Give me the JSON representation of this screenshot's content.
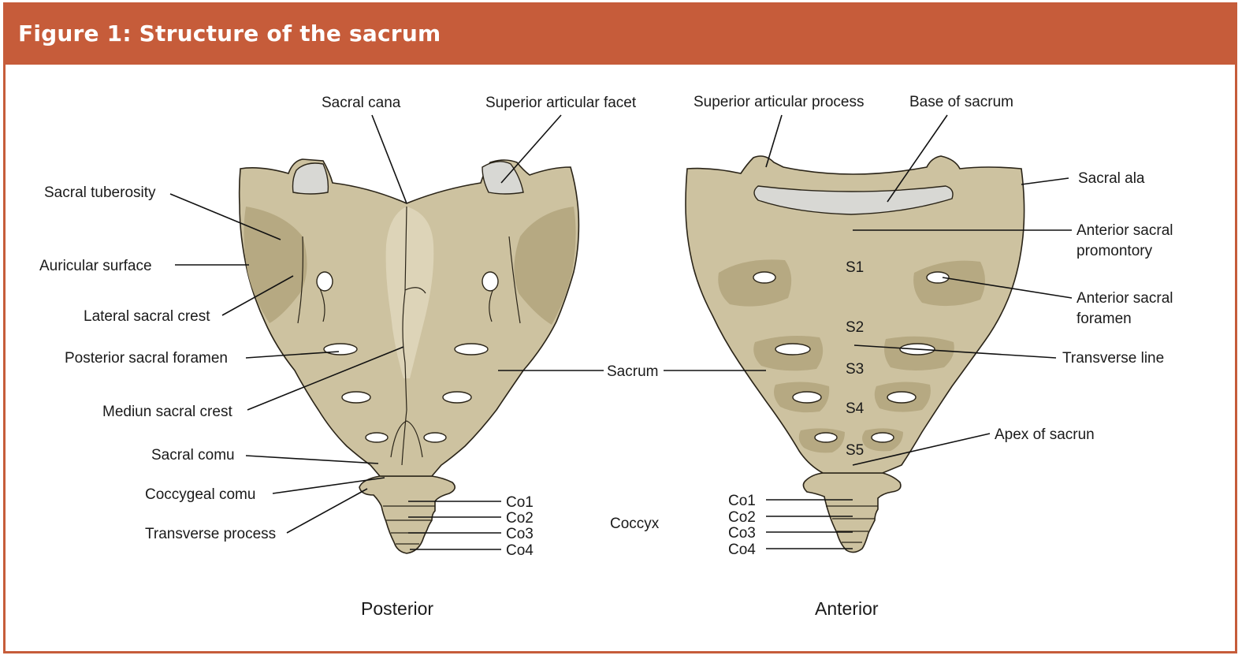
{
  "title": "Figure 1: Structure of the sacrum",
  "views": {
    "posterior": "Posterior",
    "anterior": "Anterior"
  },
  "posterior_labels": {
    "sacral_canal": "Sacral cana",
    "superior_articular_facet": "Superior articular facet",
    "sacral_tuberosity": "Sacral tuberosity",
    "auricular_surface": "Auricular surface",
    "lateral_sacral_crest": "Lateral sacral crest",
    "posterior_sacral_foramen": "Posterior sacral foramen",
    "median_sacral_crest": "Mediun sacral crest",
    "sacral_cornu": "Sacral comu",
    "coccygeal_cornu": "Coccygeal comu",
    "transverse_process": "Transverse process",
    "co1": "Co1",
    "co2": "Co2",
    "co3": "Co3",
    "co4": "Co4"
  },
  "center_labels": {
    "sacrum": "Sacrum",
    "coccyx": "Coccyx"
  },
  "anterior_labels": {
    "superior_articular_process": "Superior articular process",
    "base_of_sacrum": "Base of sacrum",
    "sacral_ala": "Sacral ala",
    "anterior_sacral_promontory_1": "Anterior sacral",
    "anterior_sacral_promontory_2": "promontory",
    "anterior_sacral_foramen_1": "Anterior sacral",
    "anterior_sacral_foramen_2": "foramen",
    "transverse_line": "Transverse line",
    "apex_of_sacrum": "Apex of sacrun",
    "s1": "S1",
    "s2": "S2",
    "s3": "S3",
    "s4": "S4",
    "s5": "S5",
    "co1": "Co1",
    "co2": "Co2",
    "co3": "Co3",
    "co4": "Co4"
  }
}
